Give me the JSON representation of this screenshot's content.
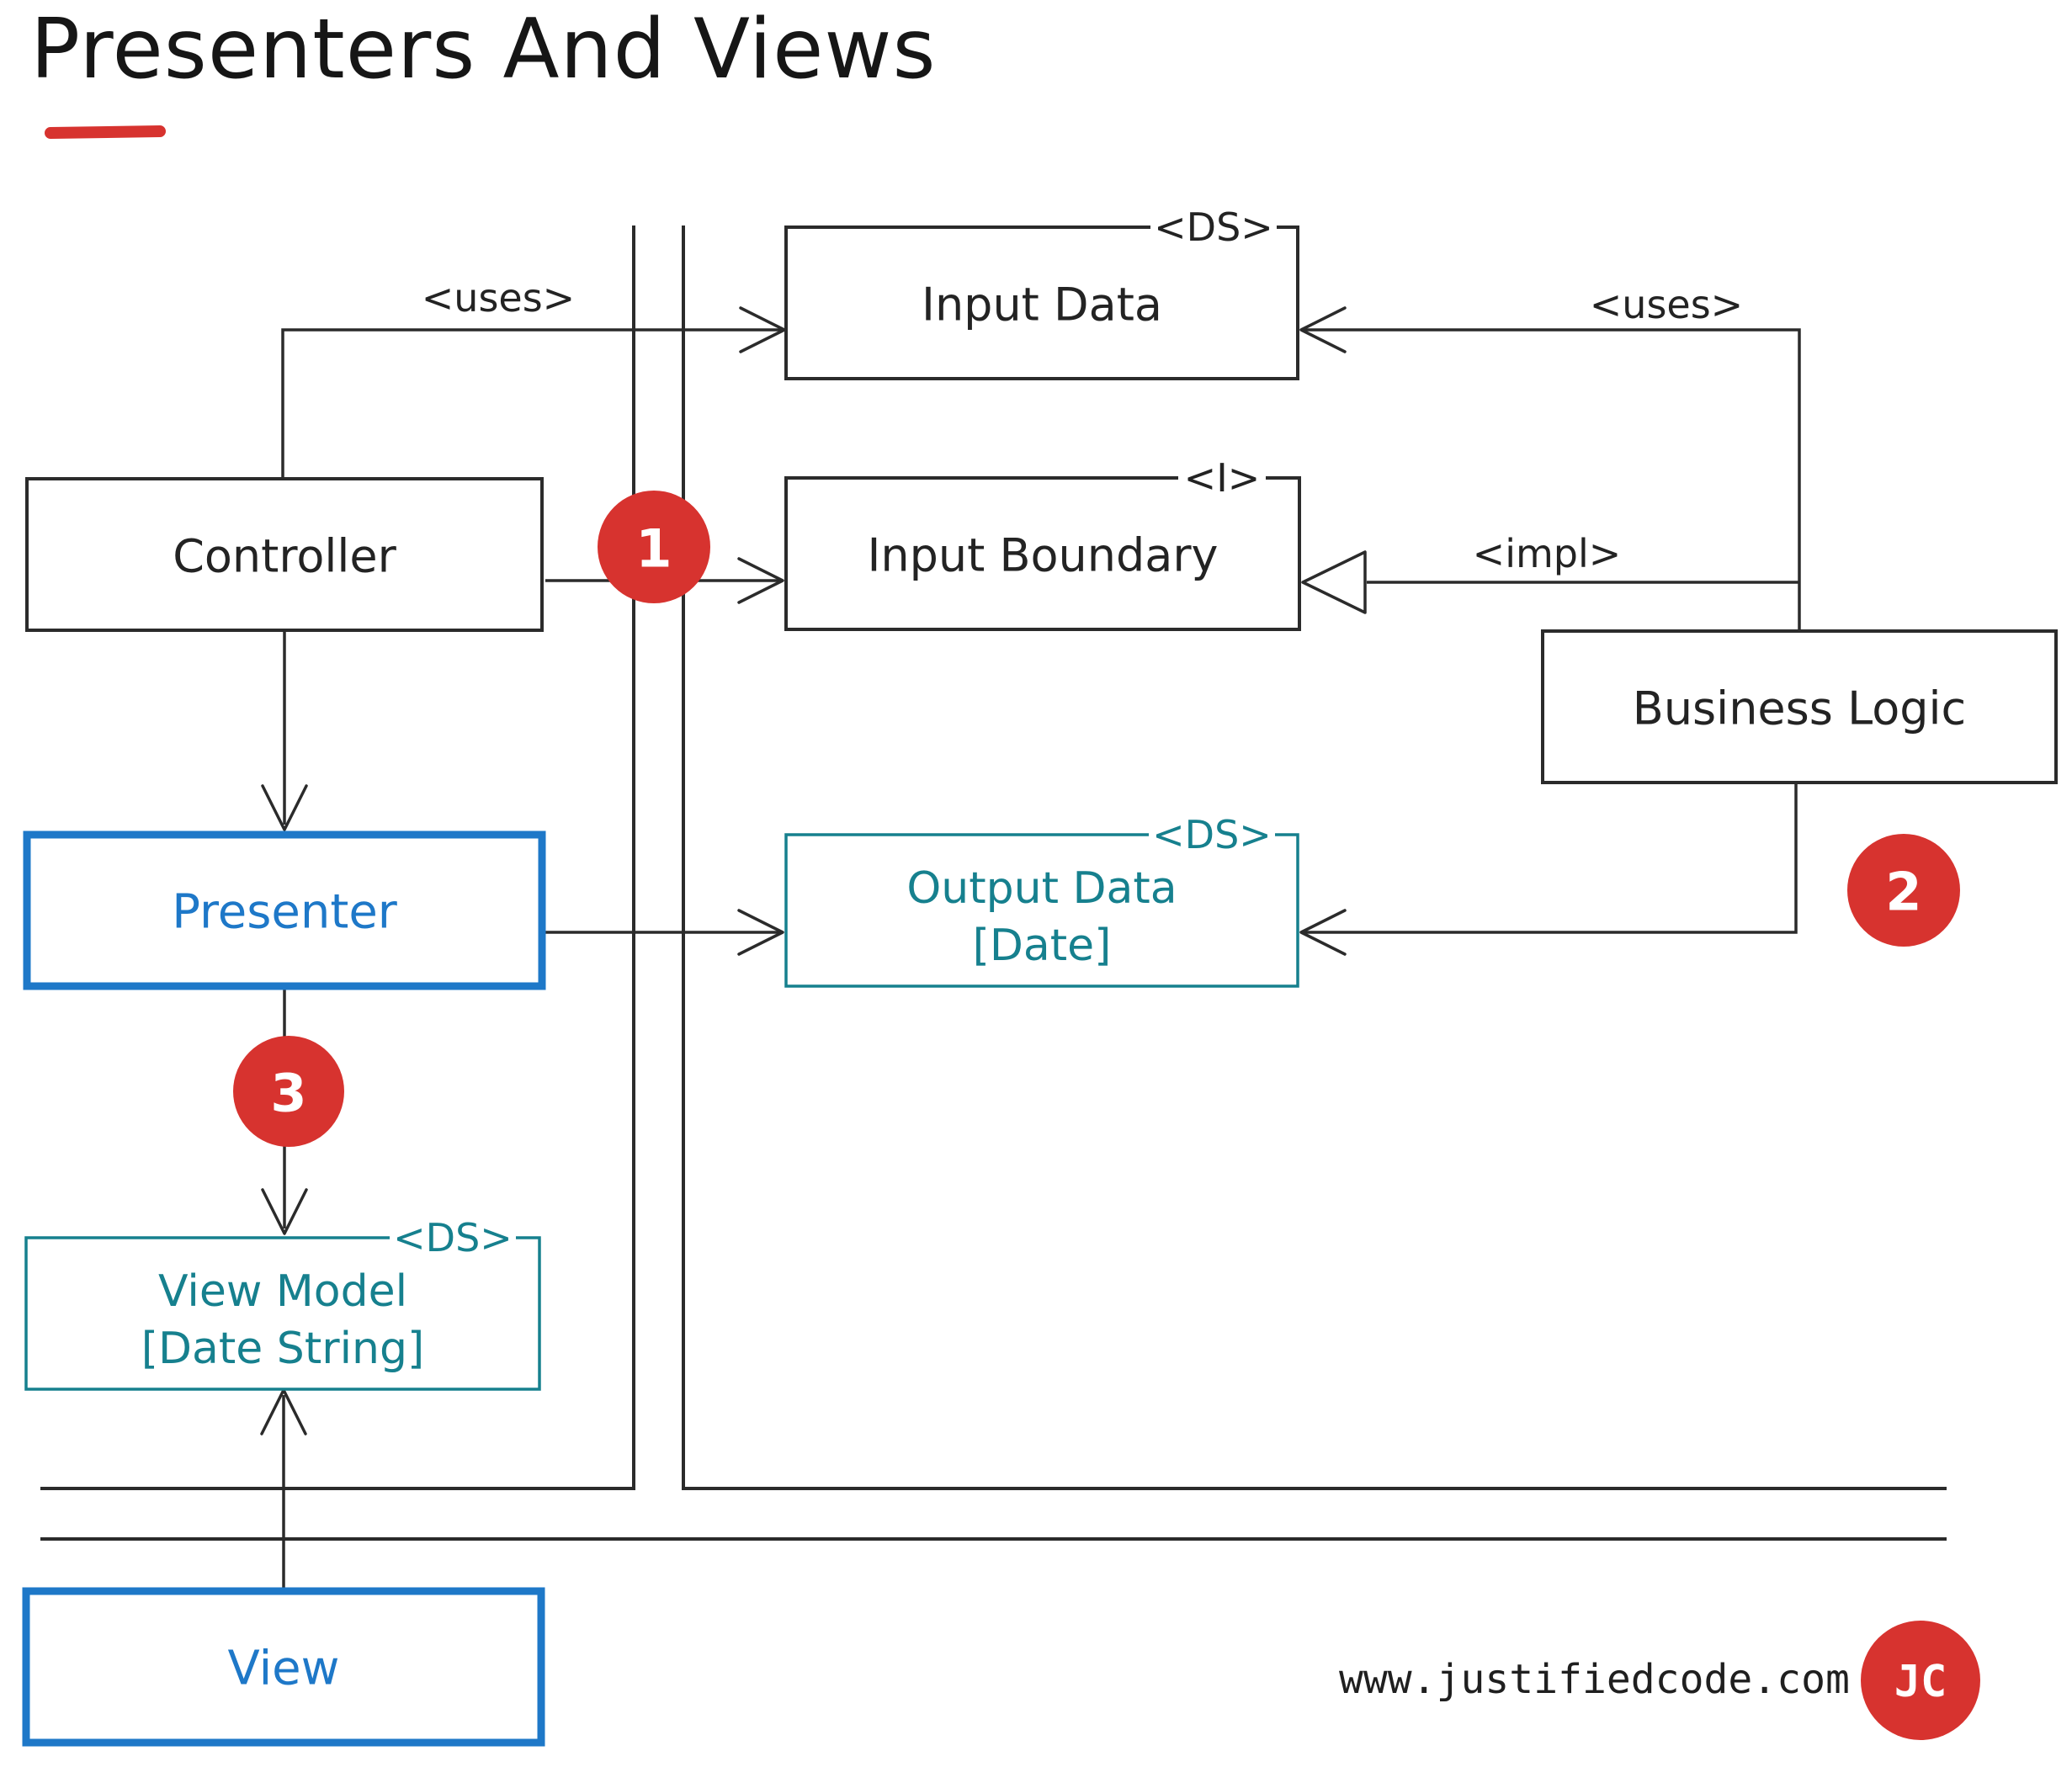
{
  "title": {
    "text": "Presenters And Views"
  },
  "nodes": {
    "controller": {
      "label": "Controller"
    },
    "input_data": {
      "label": "Input Data",
      "stereotype": "<DS>"
    },
    "input_boundary": {
      "label": "Input Boundary",
      "stereotype": "<I>"
    },
    "business_logic": {
      "label": "Business Logic"
    },
    "presenter": {
      "label": "Presenter"
    },
    "output_data": {
      "line1": "Output Data",
      "line2": "[Date]",
      "stereotype": "<DS>"
    },
    "view_model": {
      "line1": "View Model",
      "line2": "[Date String]",
      "stereotype": "<DS>"
    },
    "view": {
      "label": "View"
    }
  },
  "edges": {
    "uses_left": "<uses>",
    "uses_right": "<uses>",
    "impl": "<impl>"
  },
  "steps": {
    "one": "1",
    "two": "2",
    "three": "3"
  },
  "footer": {
    "website": "www.justifiedcode.com",
    "logo_initials": "JC"
  },
  "colors": {
    "ink": "#2b2b2b",
    "blue": "#1e78c8",
    "teal": "#16808e",
    "red": "#d7332f",
    "paper": "#ffffff"
  }
}
